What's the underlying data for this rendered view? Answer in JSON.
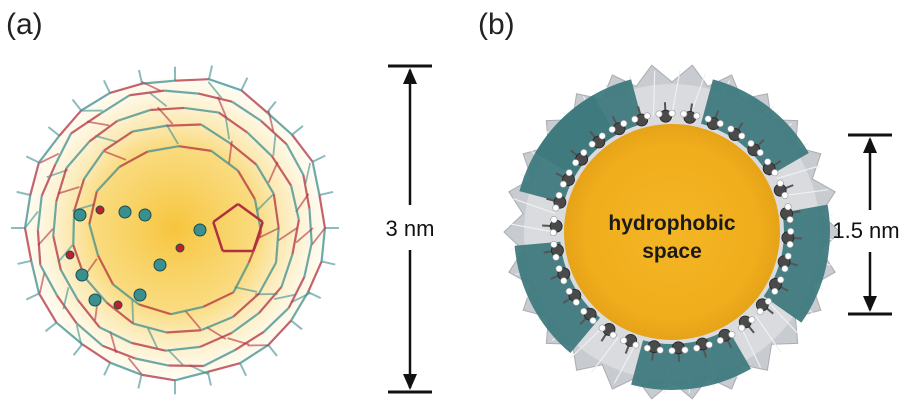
{
  "panels": {
    "a": {
      "label": "(a)"
    },
    "b": {
      "label": "(b)"
    }
  },
  "dimensions": {
    "outer": "3 nm",
    "inner": "1.5 nm"
  },
  "core": {
    "line1": "hydrophobic",
    "line2": "space"
  },
  "colors": {
    "core_yellow": "#f2b320",
    "cage_teal": "#3e8d91",
    "bond_red": "#b03040",
    "sector_teal": "#3f7a7e",
    "shell_grey": "#c8cbcf"
  }
}
